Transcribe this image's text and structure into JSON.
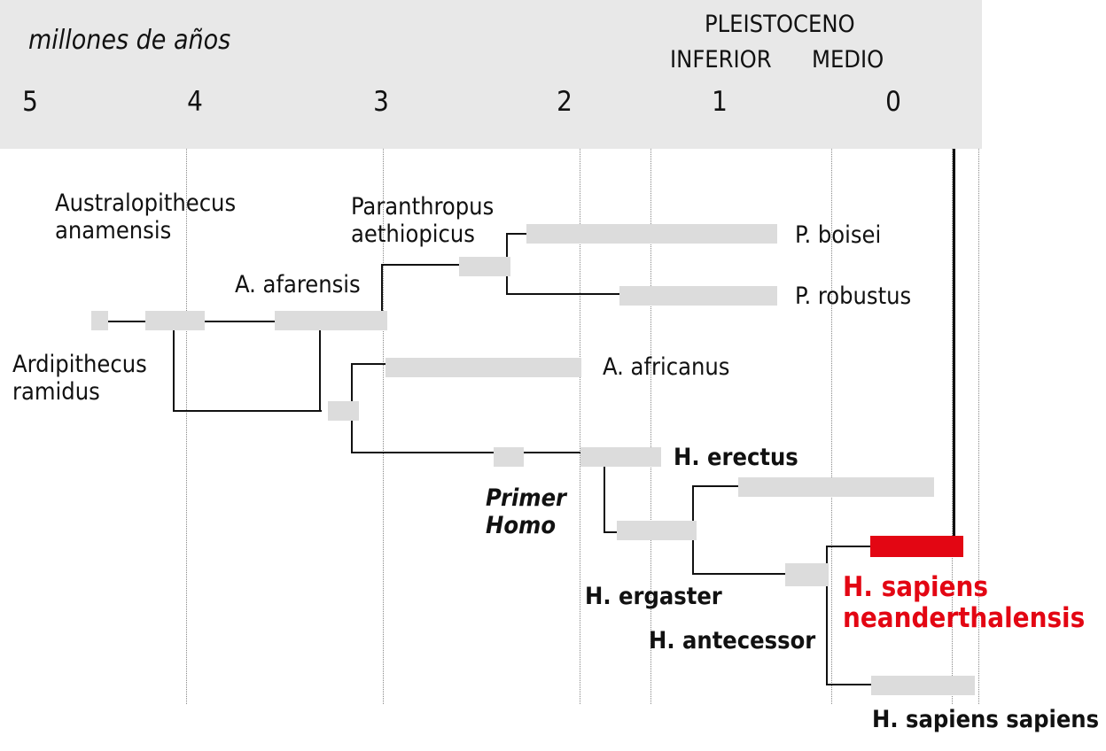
{
  "axis": {
    "unit_label": "millones de años",
    "ticks": [
      "5",
      "4",
      "3",
      "2",
      "1",
      "0"
    ],
    "epoch": "PLEISTOCENO",
    "sub_epochs": [
      "INFERIOR",
      "MEDIO"
    ]
  },
  "colors": {
    "highlight": "#e30613",
    "bar": "#dcdcdc",
    "header": "#e8e8e8"
  },
  "species": {
    "ardipithecus": "Ardipithecus\nramidus",
    "anamensis": "Australopithecus\nanamensis",
    "afarensis": "A. afarensis",
    "aethiopicus": "Paranthropus\naethiopicus",
    "boisei": "P. boisei",
    "robustus": "P. robustus",
    "africanus": "A. africanus",
    "primer_homo": "Primer\nHomo",
    "erectus": "H. erectus",
    "ergaster": "H. ergaster",
    "antecessor": "H. antecessor",
    "neanderthalensis": "H. sapiens\nneanderthalensis",
    "sapiens": "H. sapiens sapiens"
  }
}
